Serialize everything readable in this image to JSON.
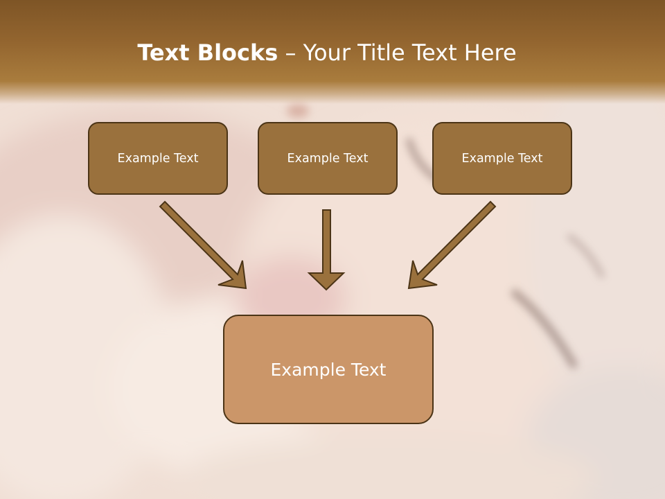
{
  "title": {
    "bold": "Text Blocks",
    "dash": " – ",
    "rest": "Your Title Text Here"
  },
  "boxes": {
    "top": [
      {
        "label": "Example Text"
      },
      {
        "label": "Example Text"
      },
      {
        "label": "Example Text"
      }
    ],
    "bottom": {
      "label": "Example Text"
    }
  },
  "colors": {
    "title_band": "#93652f",
    "top_box_fill": "#9a713d",
    "bottom_box_fill": "#cb9669",
    "box_border": "#4b3416",
    "arrow_fill": "#9a713d"
  }
}
